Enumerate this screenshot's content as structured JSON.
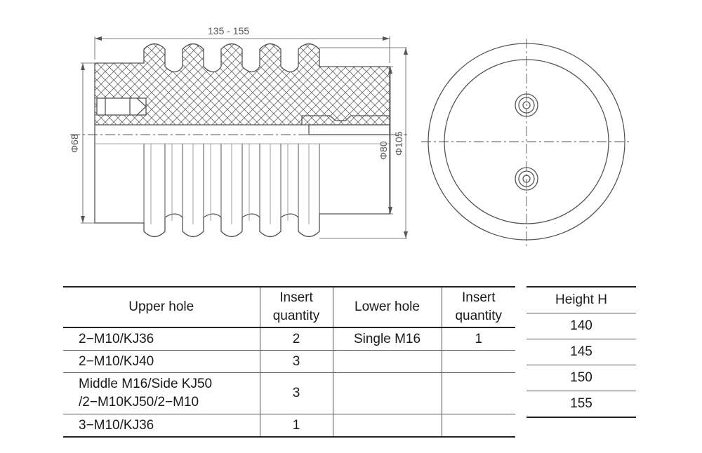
{
  "drawing": {
    "dim_length": "135 - 155",
    "dim_inner_diameter": "Φ68",
    "dim_body_diameter": "Φ80",
    "dim_outer_diameter": "Φ105"
  },
  "spec_table": {
    "headers": [
      "Upper hole",
      "Insert quantity",
      "Lower hole",
      "Insert quantity"
    ],
    "rows": [
      [
        "2−M10/KJ36",
        "2",
        "Single M16",
        "1"
      ],
      [
        "2−M10/KJ40",
        "3",
        "",
        ""
      ],
      [
        "Middle M16/Side KJ50 /2−M10KJ50/2−M10",
        "3",
        "",
        ""
      ],
      [
        "3−M10/KJ36",
        "1",
        "",
        ""
      ]
    ]
  },
  "height_table": {
    "header": "Height H",
    "values": [
      "140",
      "145",
      "150",
      "155"
    ]
  }
}
